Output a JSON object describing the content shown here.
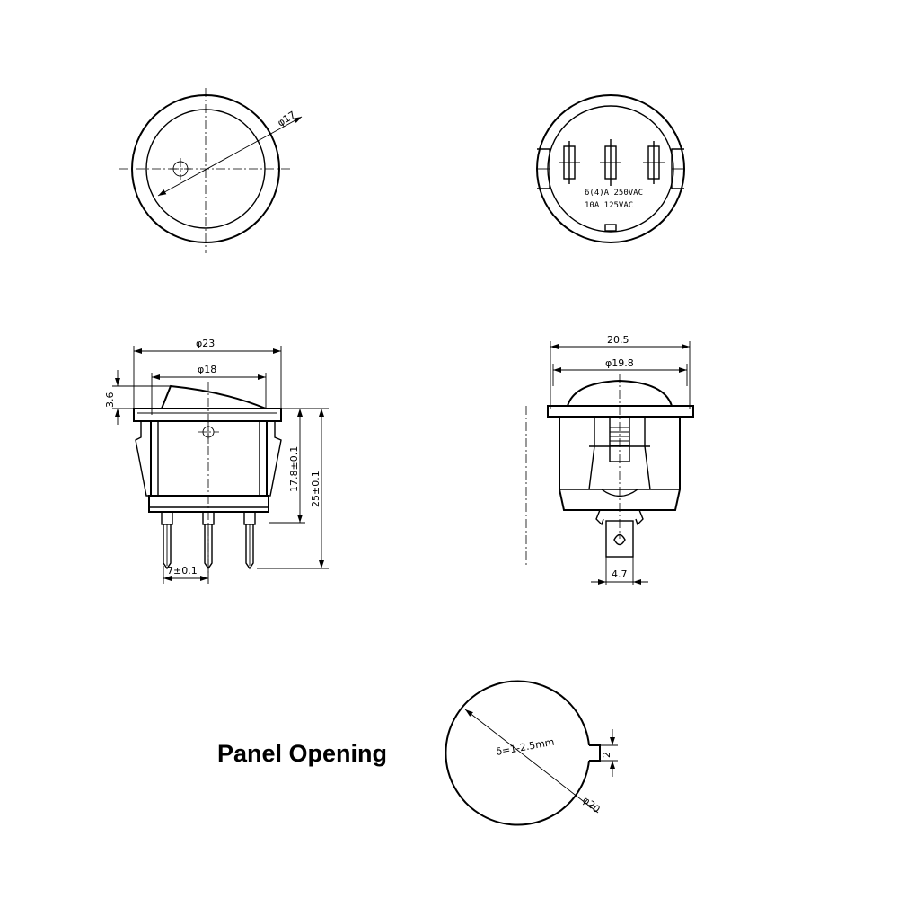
{
  "top_view": {
    "dia_label": "φ17"
  },
  "bottom_view": {
    "rating_line1": "6(4)A 250VAC",
    "rating_line2": "10A 125VAC"
  },
  "side_view": {
    "dia_outer": "φ23",
    "dia_inner": "φ18",
    "rocker_height": "3.6",
    "body_height": "17.8±0.1",
    "total_height": "25±0.1",
    "pin_pitch": "7±0.1"
  },
  "end_view": {
    "width": "20.5",
    "dia": "φ19.8",
    "terminal_width": "4.7"
  },
  "panel": {
    "title": "Panel Opening",
    "thickness": "δ=1-2.5mm",
    "key_width": "2",
    "dia": "φ20"
  }
}
